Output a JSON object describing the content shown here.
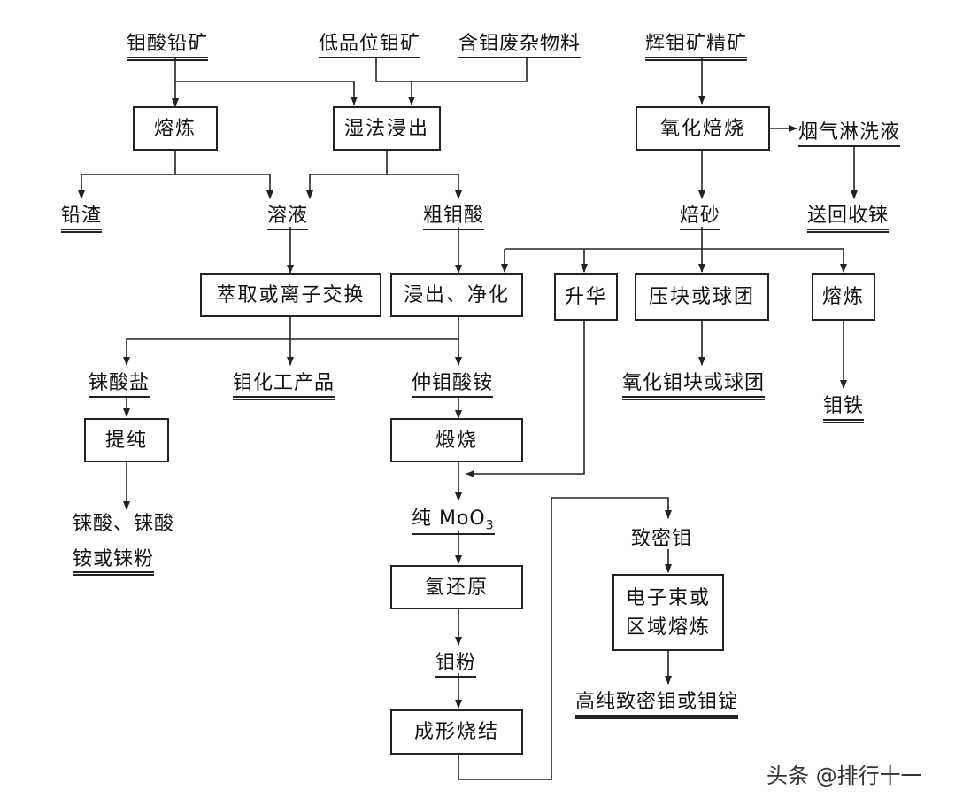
{
  "sources": {
    "molybdenum_lead_ore": "钼酸铅矿",
    "low_grade_ore": "低品位钼矿",
    "mo_scrap": "含钼废杂物料",
    "molybdenite_concentrate": "辉钼矿精矿"
  },
  "processes": {
    "smelting_left": "熔炼",
    "wet_leaching": "湿法浸出",
    "oxidation_roasting": "氧化焙烧",
    "extraction_ion_exchange": "萃取或离子交换",
    "leach_purify": "浸出、净化",
    "sublimation": "升华",
    "briquetting": "压块或球团",
    "smelting_right": "熔炼",
    "purify": "提纯",
    "calcination": "煅烧",
    "hydrogen_reduction": "氢还原",
    "forming_sintering": "成形烧结",
    "ebeam_line1": "电子束或",
    "ebeam_line2": "区域熔炼"
  },
  "intermediates": {
    "lead_slag": "铅渣",
    "solution": "溶液",
    "crude_molybdic_acid": "粗钼酸",
    "flue_gas_wash": "烟气淋洗液",
    "calcine": "焙砂",
    "return_rhenium": "送回收铼",
    "perrhenate_salt": "铼酸盐",
    "mo_chemicals": "钼化工产品",
    "apm": "仲钼酸铵",
    "mo_oxide_briquettes": "氧化钼块或球团",
    "ferro_mo": "钼铁",
    "rhenium_line1": "铼酸、铼酸",
    "rhenium_line2": "铵或铼粉",
    "pure_moo3_prefix": "纯 MoO",
    "pure_moo3_sub": "3",
    "dense_mo": "致密钼",
    "mo_powder": "钼粉",
    "high_purity_mo": "高纯致密钼或钼锭"
  },
  "watermark": "头条 @排行十一",
  "colors": {
    "line": "#222222",
    "background": "#ffffff"
  }
}
